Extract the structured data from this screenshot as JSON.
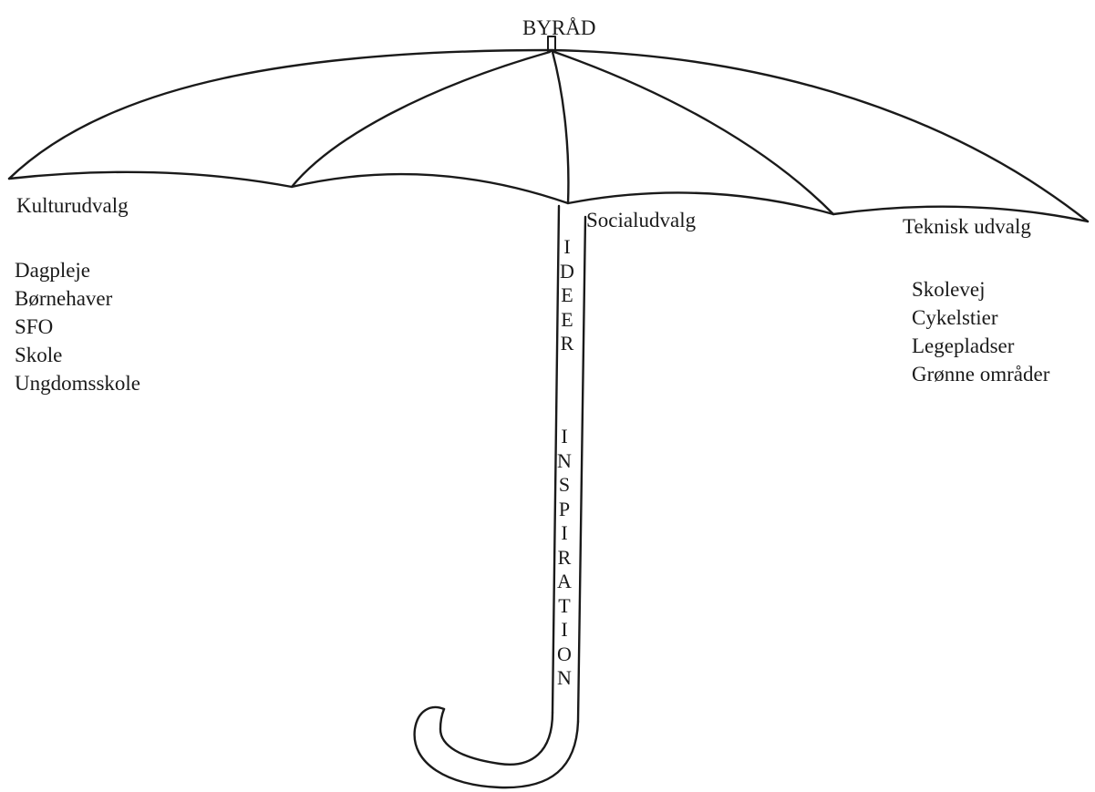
{
  "diagram": {
    "top_label": "BYRÅD",
    "committees": [
      {
        "name": "Kulturudvalg",
        "items": [
          "Dagpleje",
          "Børnehaver",
          "SFO",
          "Skole",
          "Ungdomsskole"
        ]
      },
      {
        "name": "Socialudvalg",
        "items": []
      },
      {
        "name": "Teknisk udvalg",
        "items": [
          "Skolevej",
          "Cykelstier",
          "Legepladser",
          "Grønne områder"
        ]
      }
    ],
    "shaft_words": [
      "IDEER",
      "INSPIRATION"
    ],
    "colors": {
      "ink": "#1a1a1a",
      "paper": "#ffffff"
    }
  }
}
